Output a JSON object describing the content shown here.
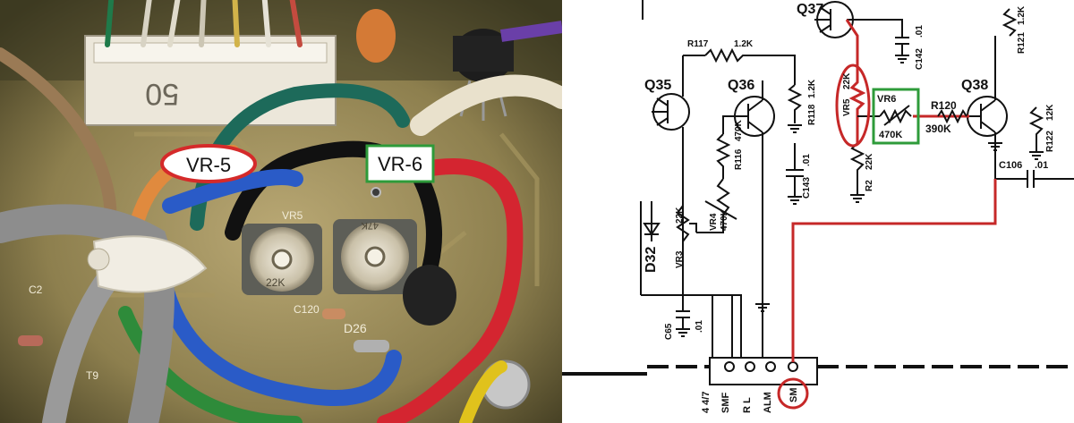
{
  "photo": {
    "callouts": [
      {
        "id": "vr5",
        "label": "VR-5",
        "style": "red-ellipse"
      },
      {
        "id": "vr6",
        "label": "VR-6",
        "style": "green-box"
      }
    ],
    "board_markings": {
      "connector_number": "50",
      "vr5_value": "22K",
      "vr6_value": "47K",
      "silk_vr5": "VR5",
      "silk_c120": "C120",
      "silk_d26": "D26",
      "silk_c2": "C2",
      "silk_t9": "T9"
    }
  },
  "schematic": {
    "transistors": {
      "q35": "Q35",
      "q36": "Q36",
      "q37": "Q37",
      "q38": "Q38"
    },
    "resistors": {
      "r117_name": "R117",
      "r117_value": "1.2K",
      "r118_name": "R118",
      "r118_value": "1.2K",
      "r116_name": "R116",
      "r116_value": "470K",
      "r120_name": "R120",
      "r120_value": "390K",
      "r121_name": "R121",
      "r121_value": "1.2K",
      "r122_name": "R122",
      "r122_value": "12K",
      "r2_name": "R2",
      "r2_value": "22K"
    },
    "pots": {
      "vr3_name": "VR3",
      "vr3_value": "22K",
      "vr4_name": "VR4",
      "vr4_value": "470K",
      "vr5_name": "VR5",
      "vr5_value": "22K",
      "vr6_name": "VR6",
      "vr6_value": "470K"
    },
    "capacitors": {
      "c142_name": "C142",
      "c142_value": ".01",
      "c143_name": "C143",
      "c143_value": ".01",
      "c106_name": "C106",
      "c106_value": ".01",
      "c65_name": "C65",
      "c65_value": ".01"
    },
    "diodes": {
      "d32": "D32"
    },
    "connector": {
      "ref": "4 4/7",
      "pins": [
        "SMF",
        "R L",
        "ALM",
        "SM"
      ]
    },
    "colors": {
      "highlight_red": "#c62828",
      "highlight_green": "#2e9b3a",
      "ink": "#111111"
    }
  }
}
